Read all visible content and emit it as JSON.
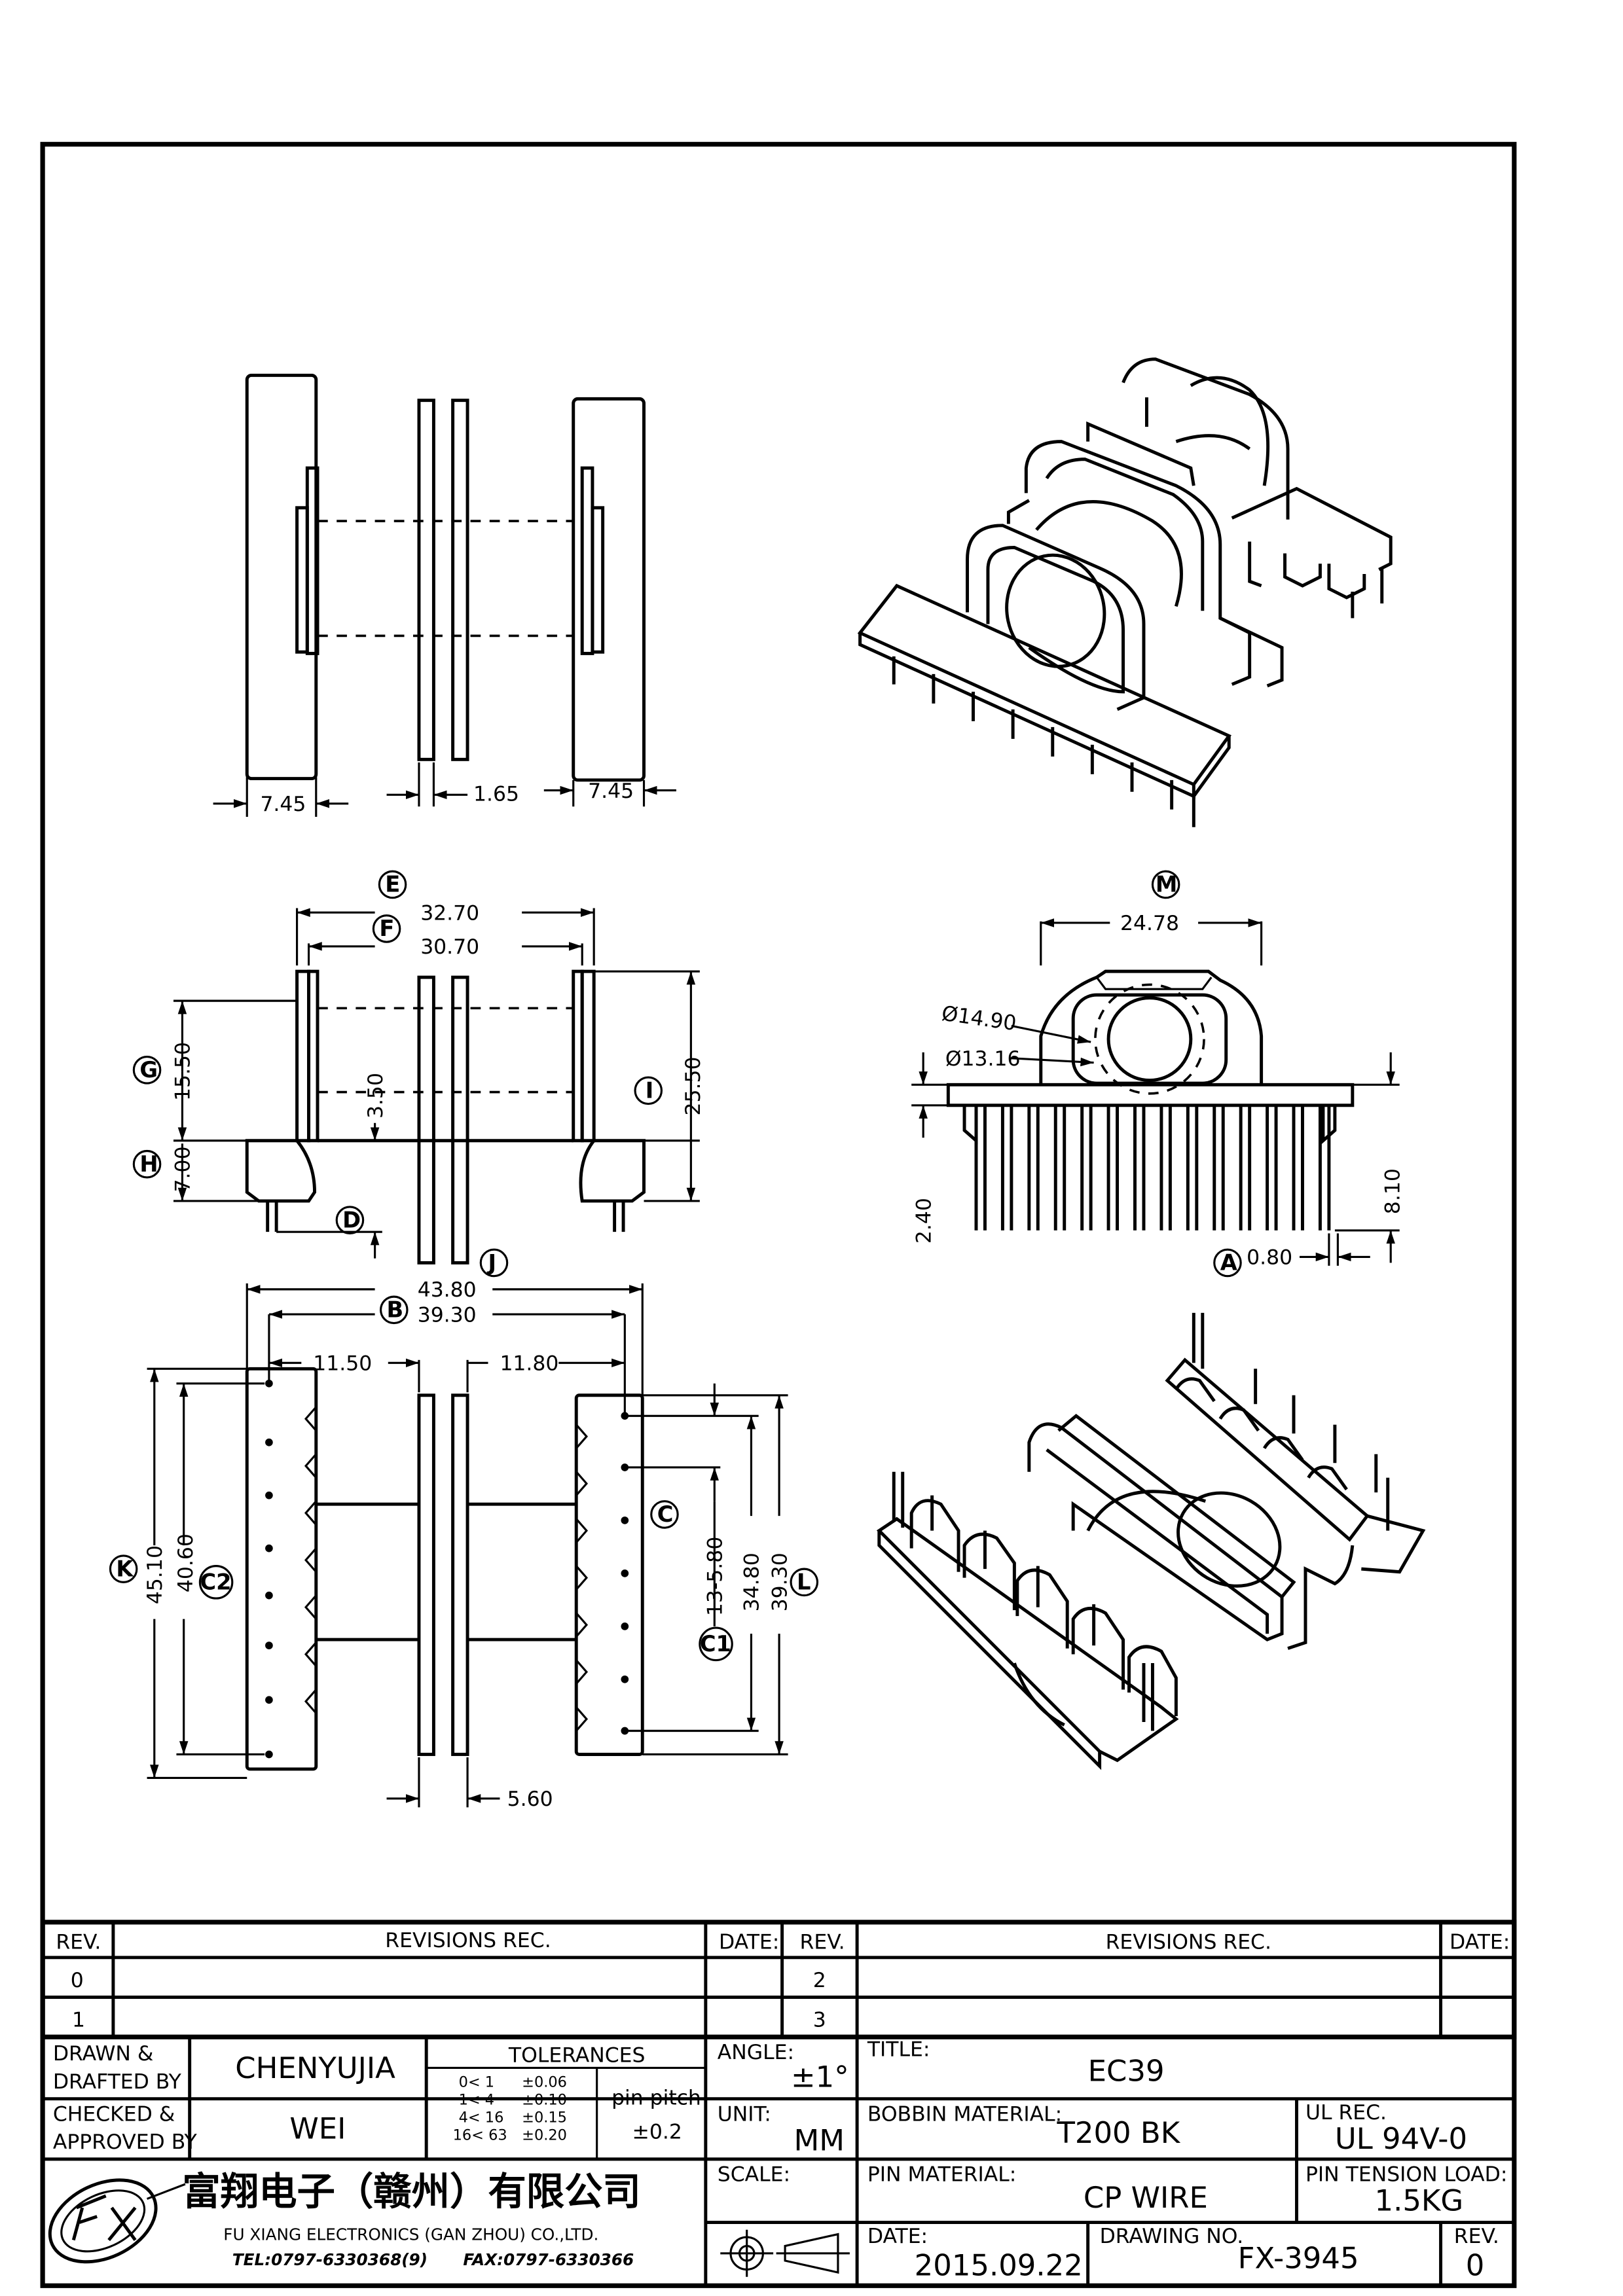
{
  "views": {
    "top": {
      "dim_left": "7.45",
      "dim_mid": "1.65",
      "dim_right": "7.45"
    },
    "front": {
      "E": {
        "label": "E",
        "value": "32.70"
      },
      "F": {
        "label": "F",
        "value": "30.70"
      },
      "G": {
        "label": "G",
        "value": "15.50"
      },
      "H": {
        "label": "H",
        "value": "7.00"
      },
      "I": {
        "label": "I",
        "value": "25.50"
      },
      "D": {
        "label": "D"
      },
      "dim_350": "3.50"
    },
    "side": {
      "M": {
        "label": "M",
        "value": "24.78"
      },
      "dia1": "Ø14.90",
      "dia2": "Ø13.16",
      "dim_240": "2.40",
      "dim_810": "8.10",
      "A": {
        "label": "A",
        "value": "0.80"
      }
    },
    "bottom": {
      "J": {
        "label": "J",
        "value": "43.80"
      },
      "B": {
        "label": "B",
        "value": "39.30"
      },
      "dim_1150": "11.50",
      "dim_1180": "11.80",
      "K": {
        "label": "K",
        "value": "45.10"
      },
      "C2": {
        "label": "C2",
        "value": "40.60"
      },
      "C": {
        "label": "C",
        "value": "13-5.80"
      },
      "C1": {
        "label": "C1",
        "value": "34.80"
      },
      "L": {
        "label": "L",
        "value": "39.30"
      },
      "dim_560": "5.60"
    }
  },
  "revision_table": {
    "headers": [
      "REV.",
      "REVISIONS   REC.",
      "DATE:",
      "REV.",
      "REVISIONS   REC.",
      "DATE:"
    ],
    "rows": [
      [
        "0",
        "2"
      ],
      [
        "1",
        "3"
      ]
    ]
  },
  "title_block": {
    "drawn_label_1": "DRAWN  &",
    "drawn_label_2": "DRAFTED BY",
    "drawn_by": "CHENYUJIA",
    "checked_label_1": "CHECKED  &",
    "checked_label_2": "APPROVED BY",
    "approved_by": "WEI",
    "tolerances_header": "TOLERANCES",
    "tolerances": [
      {
        "range": "0<   1",
        "tol": "±0.06"
      },
      {
        "range": "1<   4",
        "tol": "±0.10"
      },
      {
        "range": "4<  16",
        "tol": "±0.15"
      },
      {
        "range": "16<  63",
        "tol": "±0.20"
      }
    ],
    "pin_pitch_label": "pin pitch",
    "pin_pitch_value": "±0.2",
    "angle_label": "ANGLE:",
    "angle_value": "±1°",
    "unit_label": "UNIT:",
    "unit_value": "MM",
    "scale_label": "SCALE:",
    "title_label": "TITLE:",
    "title_value": "EC39",
    "bobbin_material_label": "BOBBIN MATERIAL:",
    "bobbin_material_value": "T200  BK",
    "ul_rec_label": "UL REC.",
    "ul_rec_value": "UL  94V-0",
    "pin_material_label": "PIN MATERIAL:",
    "pin_material_value": "CP  WIRE",
    "pin_tension_label": "PIN TENSION LOAD:",
    "pin_tension_value": "1.5KG",
    "date_label": "DATE:",
    "date_value": "2015.09.22",
    "drawing_no_label": "DRAWING NO.",
    "drawing_no_value": "FX-3945",
    "rev_label": "REV.",
    "rev_value": "0",
    "company_cn": "富翔电子（赣州）有限公司",
    "company_en": "FU XIANG ELECTRONICS (GAN ZHOU) CO.,LTD.",
    "tel": "TEL:0797-6330368(9)",
    "fax": "FAX:0797-6330366"
  }
}
